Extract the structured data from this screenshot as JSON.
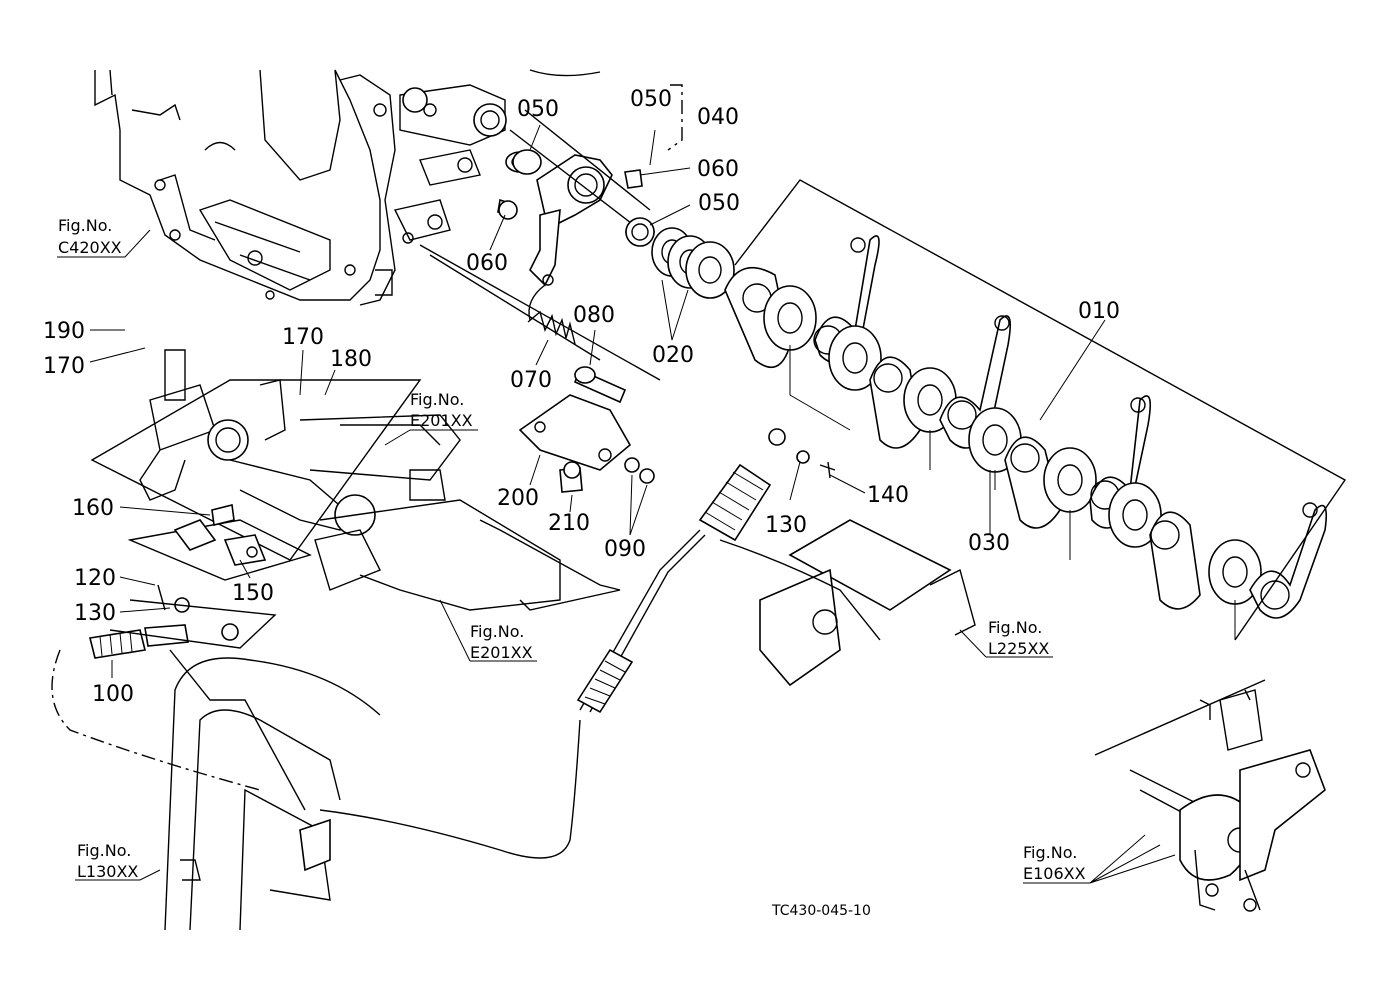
{
  "labels": {
    "p010": "010",
    "p020": "020",
    "p030": "030",
    "p040": "040",
    "p050a": "050",
    "p050b": "050",
    "p050c": "050",
    "p060a": "060",
    "p060b": "060",
    "p070": "070",
    "p080": "080",
    "p090": "090",
    "p100": "100",
    "p120": "120",
    "p130a": "130",
    "p130b": "130",
    "p140": "140",
    "p150": "150",
    "p160": "160",
    "p170a": "170",
    "p170b": "170",
    "p180": "180",
    "p190": "190",
    "p200": "200",
    "p210": "210"
  },
  "fig_refs": {
    "prefix": "Fig.No.",
    "c420": "C420XX",
    "e201a": "E201XX",
    "e201b": "E201XX",
    "l225": "L225XX",
    "l130": "L130XX",
    "e106": "E106XX"
  },
  "drawing_code": "TC430-045-10"
}
